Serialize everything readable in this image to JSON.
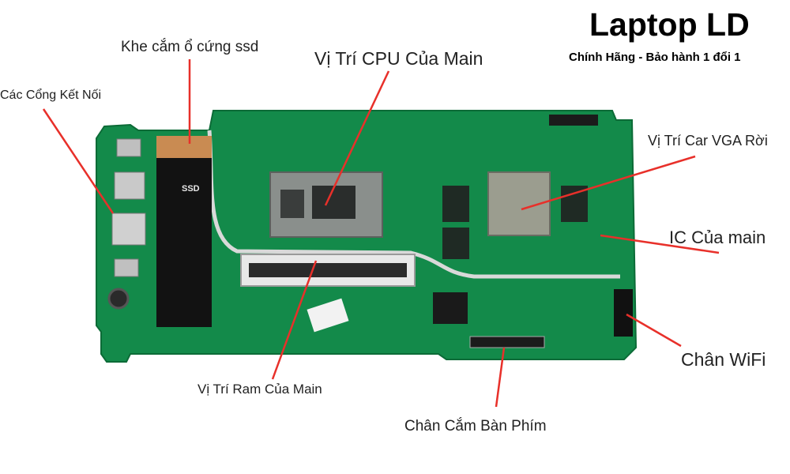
{
  "brand": {
    "title": "Laptop LD",
    "subtitle": "Chính Hãng - Bảo hành 1 đổi 1"
  },
  "labels": {
    "ssd_slot": "Khe cắm ổ cứng ssd",
    "ports": "Các Cổng Kết Nối",
    "cpu": "Vị Trí CPU Của Main",
    "vga": "Vị Trí Car VGA Rời",
    "ic": "IC Của main",
    "wifi": "Chân WiFi",
    "ram": "Vị Trí Ram Của Main",
    "keyboard": "Chân Cắm Bàn Phím"
  },
  "board_text": {
    "ssd_mark": "SSD"
  },
  "colors": {
    "pcb": "#138a4a",
    "pcb_dark": "#0c6b37",
    "leader_line": "#e8302a",
    "shield": "#121212",
    "copper": "#c98b52"
  }
}
